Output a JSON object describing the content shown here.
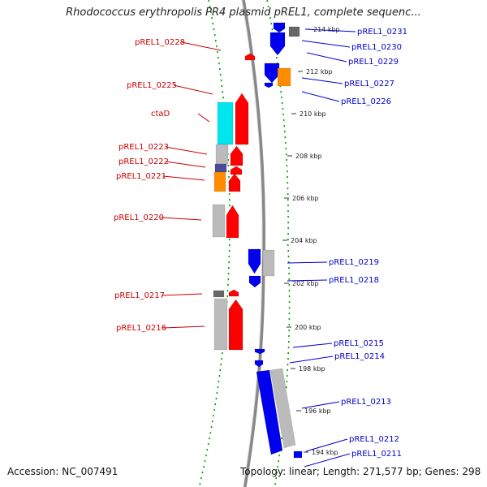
{
  "header": {
    "title": "Rhodococcus erythropolis PR4 plasmid pREL1, complete sequenc..."
  },
  "footer": {
    "accession": "Accession: NC_007491",
    "topology": "Topology: linear; Length: 271,577 bp; Genes: 298"
  },
  "colors": {
    "forward_label": "#cc0000",
    "reverse_label": "#0000cc",
    "forward_gene": "#ff0000",
    "reverse_gene": "#0000ee",
    "cds_gray": "#bbbbbb",
    "orange_feature": "#ff8c00",
    "cyan_feature": "#00e5ee",
    "navy_feature": "#4b4b9c",
    "dark_gray_feature": "#666666",
    "backbone": "#888888",
    "gc_dots": "#00aa00"
  },
  "kbp_labels": [
    "214 kbp",
    "212 kbp",
    "210 kbp",
    "208 kbp",
    "206 kbp",
    "204 kbp",
    "202 kbp",
    "200 kbp",
    "198 kbp",
    "196 kbp",
    "194 kbp"
  ],
  "left_genes": [
    "pREL1_0228",
    "pREL1_0225",
    "ctaD",
    "pREL1_0223",
    "pREL1_0222",
    "pREL1_0221",
    "pREL1_0220",
    "pREL1_0217",
    "pREL1_0216"
  ],
  "right_genes": [
    "pREL1_0231",
    "pREL1_0230",
    "pREL1_0229",
    "pREL1_0227",
    "pREL1_0226",
    "pREL1_0219",
    "pREL1_0218",
    "pREL1_0215",
    "pREL1_0214",
    "pREL1_0213",
    "pREL1_0212",
    "pREL1_0211"
  ]
}
